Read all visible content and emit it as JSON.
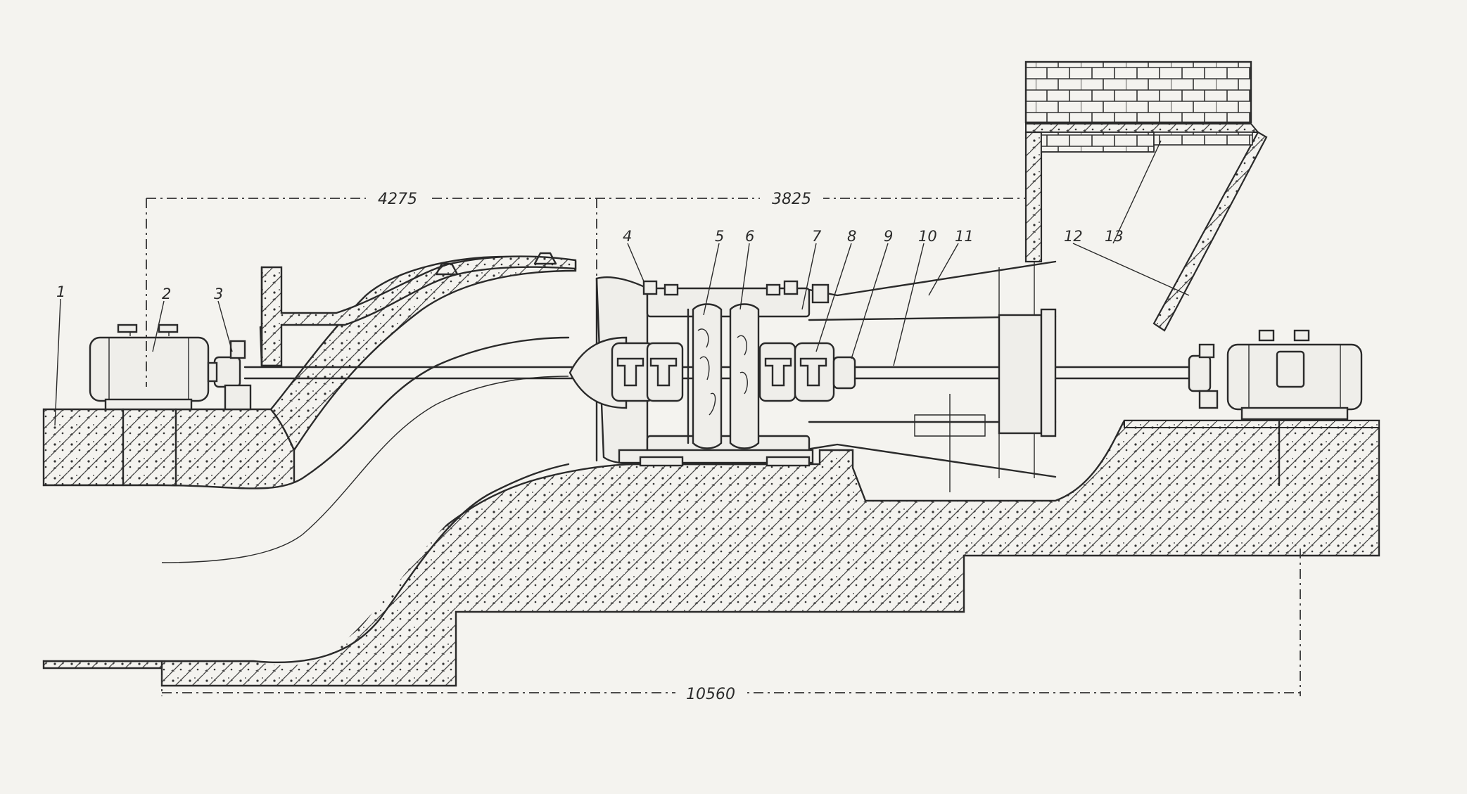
{
  "diagram": {
    "labels": [
      "1",
      "2",
      "3",
      "4",
      "5",
      "6",
      "7",
      "8",
      "9",
      "10",
      "11",
      "12",
      "13"
    ],
    "dimensions": {
      "left_span": "4275",
      "middle_span": "3825",
      "total_length": "10560"
    },
    "colors": {
      "background": "#f4f3ef",
      "ink": "#2a2a2a",
      "hatch": "#3a3a3a"
    }
  }
}
